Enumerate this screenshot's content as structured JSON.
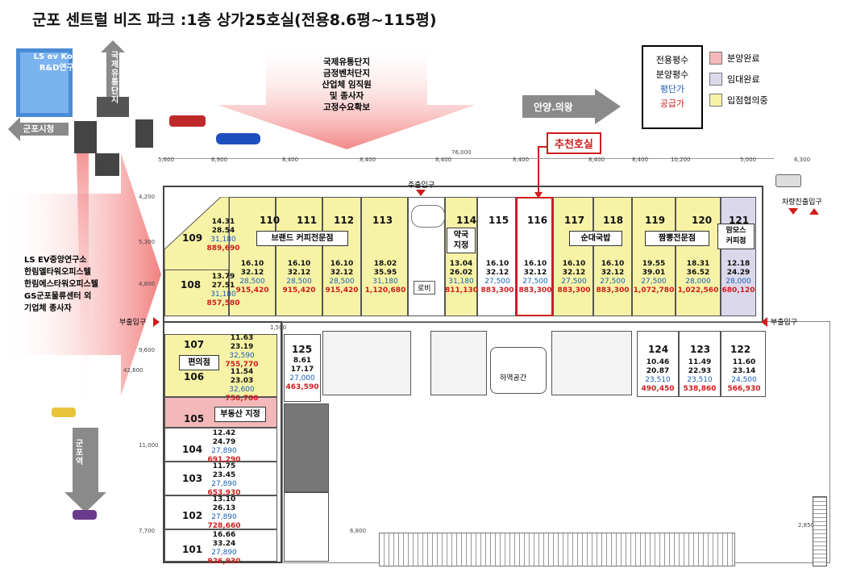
{
  "title": "군포 센트럴 비즈 파크 :1층 상가25호실(전용8.6평~115평)",
  "left_labels": {
    "ls_ev": "LS ev Korea\nR&D연구소",
    "gunpo_city": "군포시청",
    "intl_complex": "국제유통단지",
    "companies_text": [
      "LS EV중앙연구소",
      "한림엘타워오피스텔",
      "한림에스타워오피스텔",
      "GS군포물류센터 외",
      "기업체 종사자"
    ],
    "gunpo_station": "군포역"
  },
  "top_note": [
    "국제유통단지",
    "금정벤처단지",
    "산업체 임직원",
    "및 종사자",
    "고정수요확보"
  ],
  "anyang_arrow": "안양.의왕",
  "recommend_label": "추천호실",
  "legend_box": {
    "l1": "전용평수",
    "l2": "분양평수",
    "l3": "평단가",
    "l4": "공급가"
  },
  "legend_items": [
    {
      "label": "분양완료",
      "color": "#f4b8b8"
    },
    {
      "label": "임대완료",
      "color": "#dcd8ec"
    },
    {
      "label": "입점협의중",
      "color": "#f7f3a6"
    }
  ],
  "colors": {
    "yellow": "#f7f3a6",
    "pink": "#f4b8b8",
    "lilac": "#dcd8ec",
    "red": "#d01c1c",
    "blue": "#1a5fb4",
    "arrow_gray": "#8a8a8a"
  },
  "dims": {
    "top": [
      "5,600",
      "6,900",
      "8,400",
      "8,400",
      "8,400",
      "8,400",
      "8,400",
      "8,400",
      "10,200",
      "5,000",
      "6,300"
    ],
    "total": "76,000",
    "left": [
      "4,200",
      "5,300",
      "4,800",
      "9,600",
      "42,600",
      "11,000",
      "7,700"
    ],
    "other": [
      "6,800",
      "2,850",
      "1,500"
    ]
  },
  "entrances": {
    "main": "주출입구",
    "side_left": "부출입구",
    "side_right": "부출입구",
    "vehicle": "차량진출입구"
  },
  "lobby": "로비",
  "unload": "하역공간",
  "tenants": {
    "brand_coffee": "브랜드 커피전문점",
    "pharmacy": "약국\n지정",
    "gukbap": "순대국밥",
    "jjamppong": "짬뽕전문점",
    "mammoth": "맘모스\n커피점",
    "convenience": "편의점",
    "realestate": "부동산 지정"
  },
  "units": [
    {
      "no": "109",
      "a": "14.31",
      "b": "28.54",
      "c": "31,180",
      "d": "889,690"
    },
    {
      "no": "108",
      "a": "13.79",
      "b": "27.51",
      "c": "31,180",
      "d": "857,580"
    },
    {
      "no": "110",
      "a": "16.10",
      "b": "32.12",
      "c": "28,500",
      "d": "915,420"
    },
    {
      "no": "111",
      "a": "16.10",
      "b": "32.12",
      "c": "28,500",
      "d": "915,420"
    },
    {
      "no": "112",
      "a": "16.10",
      "b": "32.12",
      "c": "28,500",
      "d": "915,420"
    },
    {
      "no": "113",
      "a": "18.02",
      "b": "35.95",
      "c": "31,180",
      "d": "1,120,680"
    },
    {
      "no": "114",
      "a": "13.04",
      "b": "26.02",
      "c": "31,180",
      "d": "811,130"
    },
    {
      "no": "115",
      "a": "16.10",
      "b": "32.12",
      "c": "27,500",
      "d": "883,300"
    },
    {
      "no": "116",
      "a": "16.10",
      "b": "32.12",
      "c": "27,500",
      "d": "883,300"
    },
    {
      "no": "117",
      "a": "16.10",
      "b": "32.12",
      "c": "27,500",
      "d": "883,300"
    },
    {
      "no": "118",
      "a": "16.10",
      "b": "32.12",
      "c": "27,500",
      "d": "883,300"
    },
    {
      "no": "119",
      "a": "19.55",
      "b": "39.01",
      "c": "27,500",
      "d": "1,072,780"
    },
    {
      "no": "120",
      "a": "18.31",
      "b": "36.52",
      "c": "28,000",
      "d": "1,022,560"
    },
    {
      "no": "121",
      "a": "12.18",
      "b": "24.29",
      "c": "28,000",
      "d": "680,120"
    },
    {
      "no": "107",
      "a": "11.63",
      "b": "23.19",
      "c": "32,590",
      "d": "755,770"
    },
    {
      "no": "106",
      "a": "11.54",
      "b": "23.03",
      "c": "32,600",
      "d": "750,780"
    },
    {
      "no": "105",
      "a": "",
      "b": "",
      "c": "",
      "d": ""
    },
    {
      "no": "104",
      "a": "12.42",
      "b": "24.79",
      "c": "27,890",
      "d": "691,290"
    },
    {
      "no": "103",
      "a": "11.75",
      "b": "23.45",
      "c": "27,890",
      "d": "653,930"
    },
    {
      "no": "102",
      "a": "13.10",
      "b": "26.13",
      "c": "27,890",
      "d": "728,660"
    },
    {
      "no": "101",
      "a": "16.66",
      "b": "33.24",
      "c": "27,890",
      "d": "926,930"
    },
    {
      "no": "125",
      "a": "8.61",
      "b": "17.17",
      "c": "27,000",
      "d": "463,590"
    },
    {
      "no": "124",
      "a": "10.46",
      "b": "20.87",
      "c": "23,510",
      "d": "490,450"
    },
    {
      "no": "123",
      "a": "11.49",
      "b": "22.93",
      "c": "23,510",
      "d": "538,860"
    },
    {
      "no": "122",
      "a": "11.60",
      "b": "23.14",
      "c": "24,500",
      "d": "566,930"
    }
  ]
}
